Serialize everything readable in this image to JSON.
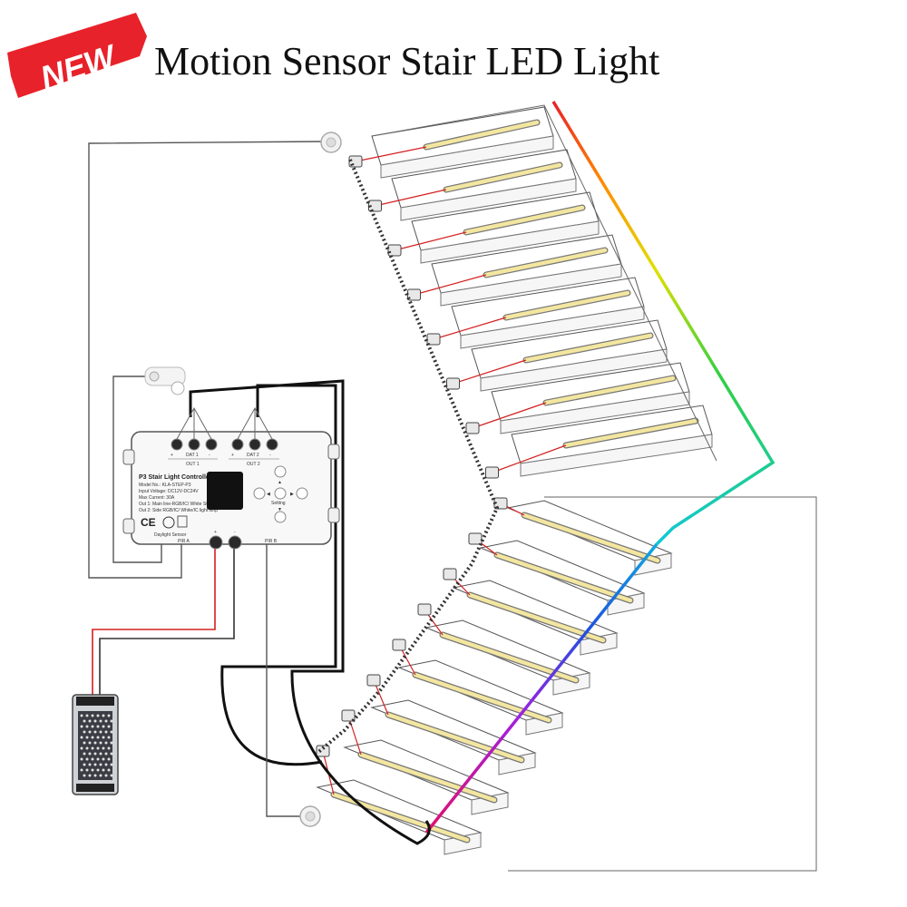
{
  "title": "Motion Sensor Stair LED Light",
  "badge": {
    "text": "NEW",
    "color": "#e8222a"
  },
  "controller": {
    "name": "P3 Stair Light Controller",
    "specs": [
      "Model No.: KLA-STEP-P3",
      "Input Voltage: DC12V-DC24V",
      "Max Current: 30A",
      "Out 1: Main line-RGB/IC/ White Strip",
      "Out 2: Side RGB/IC/ White/IC light strip"
    ],
    "dat1_label": "DAT 1",
    "dat2_label": "DAT 2",
    "out1_label": "OUT 1",
    "out2_label": "OUT 2",
    "plus": "+",
    "minus": "-",
    "setting_label": "Setting",
    "daylight_label": "Daylight Sensor",
    "pira_label": "PIR A",
    "pirb_label": "PIR B",
    "ce_mark": "CE"
  },
  "colors": {
    "wire_black": "#111111",
    "wire_red": "#d42020",
    "led_strip": "#f3e6a0",
    "led_border": "#777777"
  }
}
